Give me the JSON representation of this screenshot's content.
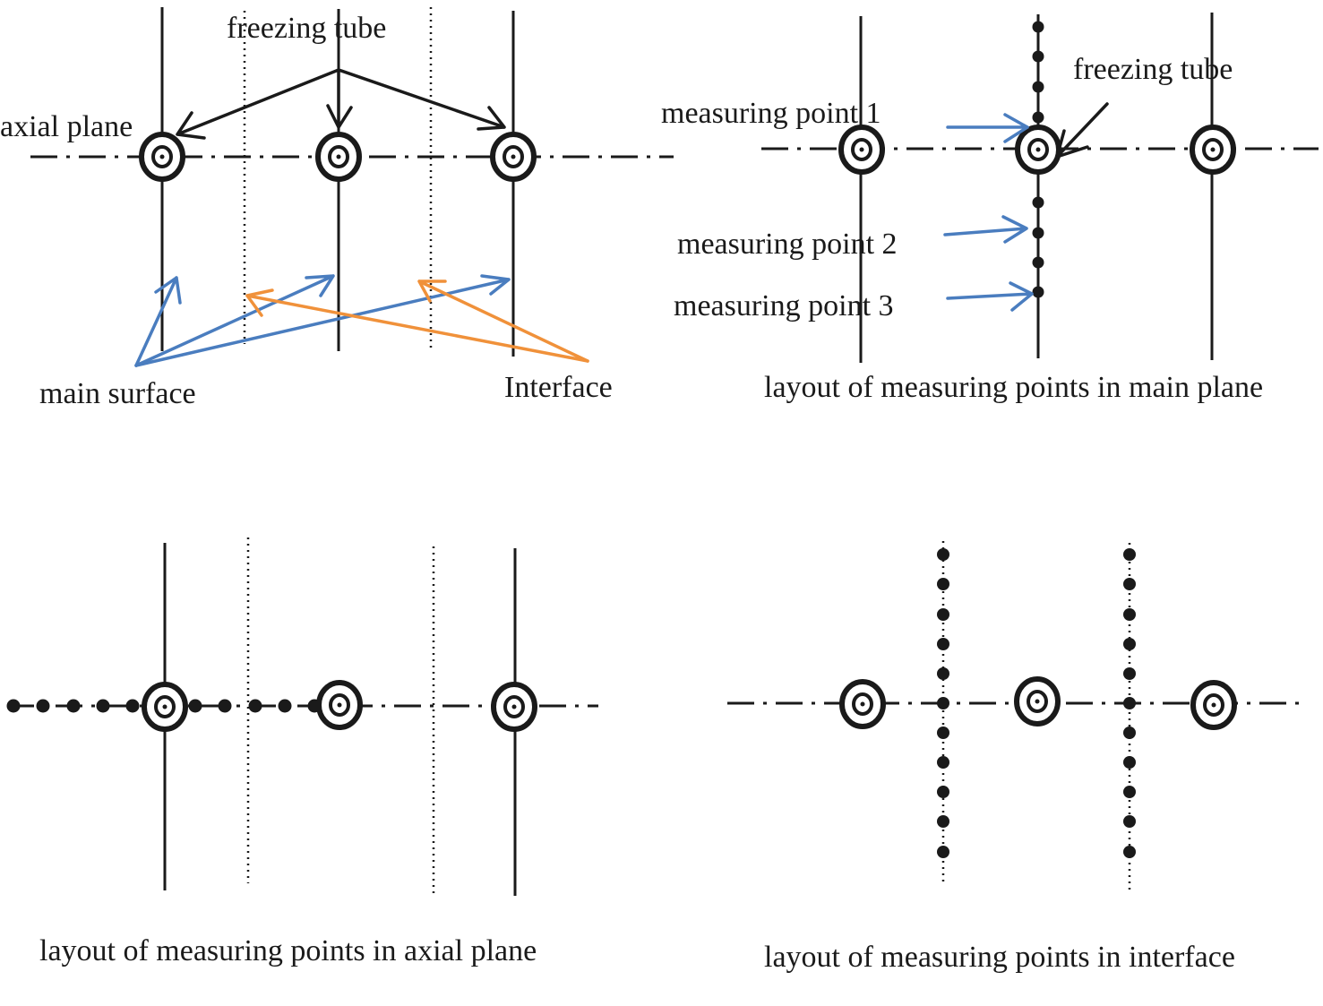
{
  "colors": {
    "line": "#1a1a1a",
    "main_surface_arrow": "#4a7dbf",
    "interface_arrow": "#f0913a"
  },
  "icons": [
    "freezing-tube-icon",
    "measuring-point-icon"
  ],
  "panel_main_surface": {
    "freezing_tube_label": "freezing tube",
    "axial_plane_label": "axial plane",
    "main_surface_label": "main surface",
    "interface_label": "Interface"
  },
  "panel_main_plane": {
    "freezing_tube_label": "freezing tube",
    "measuring_point_1": "measuring point 1",
    "measuring_point_2": "measuring point 2",
    "measuring_point_3": "measuring point 3",
    "caption": "layout of measuring points in main plane"
  },
  "panel_axial_plane": {
    "caption": "layout of measuring points in axial plane"
  },
  "panel_interface": {
    "caption": "layout of measuring points in interface"
  }
}
